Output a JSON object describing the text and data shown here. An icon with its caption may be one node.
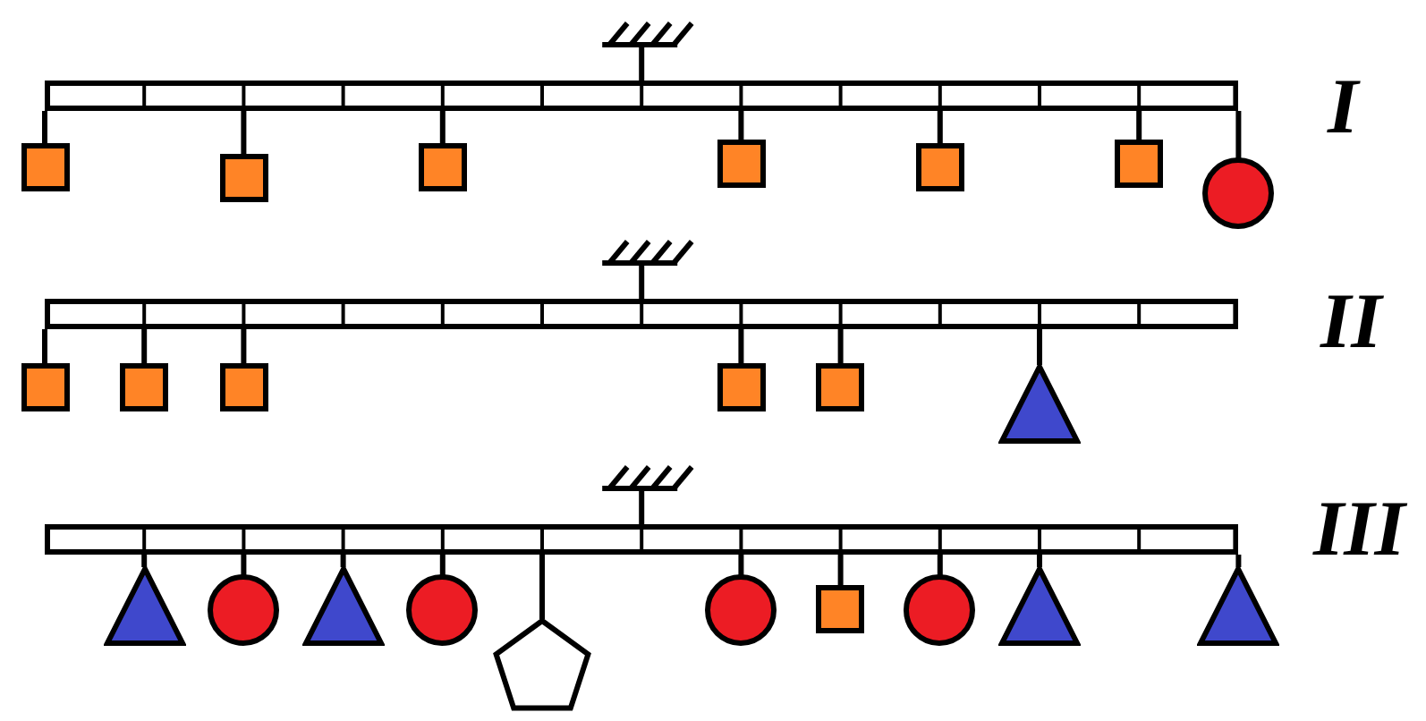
{
  "diagram": {
    "nodes": [
      {
        "text": [],
        "shape": "bar"
      },
      {
        "text": [],
        "shape": "box"
      },
      {
        "text": [],
        "shape": "box"
      },
      {
        "text": [],
        "shape": "box"
      },
      {
        "text": [],
        "shape": "box"
      },
      {
        "text": [],
        "shape": "box"
      },
      {
        "text": [],
        "shape": "box"
      },
      {
        "text": [],
        "shape": "circle"
      },
      {
        "text": [],
        "shape": "bar"
      },
      {
        "text": [],
        "shape": "box"
      },
      {
        "text": [],
        "shape": "box"
      },
      {
        "text": [],
        "shape": "box"
      },
      {
        "text": [],
        "shape": "box"
      },
      {
        "text": [],
        "shape": "box"
      },
      {
        "text": [],
        "shape": "triangle"
      },
      {
        "text": [],
        "shape": "bar"
      },
      {
        "text": [],
        "shape": "triangle"
      },
      {
        "text": [],
        "shape": "circle"
      },
      {
        "text": [],
        "shape": "triangle"
      },
      {
        "text": [],
        "shape": "circle"
      },
      {
        "text": [],
        "shape": "pentagon"
      },
      {
        "text": [],
        "shape": "circle"
      },
      {
        "text": [],
        "shape": "box"
      },
      {
        "text": [],
        "shape": "circle"
      },
      {
        "text": [],
        "shape": "triangle"
      },
      {
        "text": [],
        "shape": "triangle"
      }
    ],
    "edges": [
      {
        "from": 0,
        "to": 1,
        "arrow": "none"
      },
      {
        "from": 0,
        "to": 2,
        "arrow": "none"
      },
      {
        "from": 0,
        "to": 3,
        "arrow": "none"
      },
      {
        "from": 0,
        "to": 4,
        "arrow": "none"
      },
      {
        "from": 0,
        "to": 5,
        "arrow": "none"
      },
      {
        "from": 0,
        "to": 6,
        "arrow": "none"
      },
      {
        "from": 0,
        "to": 7,
        "arrow": "none"
      },
      {
        "from": 8,
        "to": 9,
        "arrow": "none"
      },
      {
        "from": 8,
        "to": 10,
        "arrow": "none"
      },
      {
        "from": 8,
        "to": 11,
        "arrow": "none"
      },
      {
        "from": 8,
        "to": 12,
        "arrow": "none"
      },
      {
        "from": 8,
        "to": 13,
        "arrow": "none"
      },
      {
        "from": 8,
        "to": 14,
        "arrow": "none"
      },
      {
        "from": 15,
        "to": 16,
        "arrow": "none"
      },
      {
        "from": 15,
        "to": 17,
        "arrow": "none"
      },
      {
        "from": 15,
        "to": 18,
        "arrow": "none"
      },
      {
        "from": 15,
        "to": 19,
        "arrow": "none"
      },
      {
        "from": 15,
        "to": 20,
        "arrow": "none"
      },
      {
        "from": 15,
        "to": 21,
        "arrow": "none"
      },
      {
        "from": 15,
        "to": 22,
        "arrow": "none"
      },
      {
        "from": 15,
        "to": 23,
        "arrow": "none"
      },
      {
        "from": 15,
        "to": 24,
        "arrow": "none"
      },
      {
        "from": 15,
        "to": 25,
        "arrow": "none"
      }
    ],
    "labels": [
      "I",
      "II",
      "III"
    ]
  }
}
